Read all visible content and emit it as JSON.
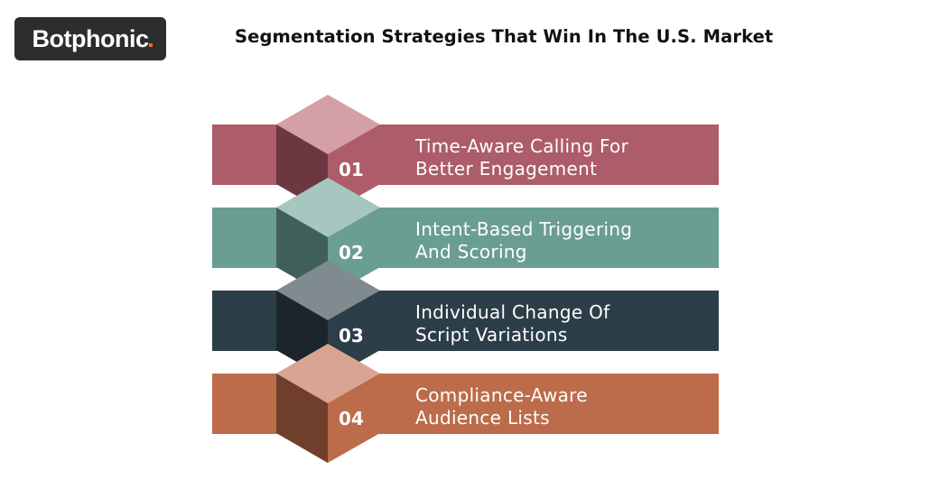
{
  "brand": {
    "name": "Botphonic",
    "accent_color": "#f26a1b",
    "background": "#2d2d2d"
  },
  "title": "Segmentation Strategies That Win In The U.S. Market",
  "steps": [
    {
      "number": "01",
      "label": "Time-Aware Calling For\nBetter Engagement",
      "bar_color": "#ad5c69",
      "top_color": "#d49fa7",
      "side_color": "#6c3741",
      "front_color": "#ad5c69"
    },
    {
      "number": "02",
      "label": "Intent-Based Triggering\nAnd Scoring",
      "bar_color": "#6a9e92",
      "top_color": "#a6c6c0",
      "side_color": "#3f6059",
      "front_color": "#6a9e92"
    },
    {
      "number": "03",
      "label": "Individual Change Of\nScript Variations",
      "bar_color": "#2c3e47",
      "top_color": "#808b90",
      "side_color": "#1b252b",
      "front_color": "#2c3e47"
    },
    {
      "number": "04",
      "label": "Compliance-Aware\nAudience Lists",
      "bar_color": "#bc6c4b",
      "top_color": "#d9a592",
      "side_color": "#6f3f2b",
      "front_color": "#bc6c4b"
    }
  ]
}
